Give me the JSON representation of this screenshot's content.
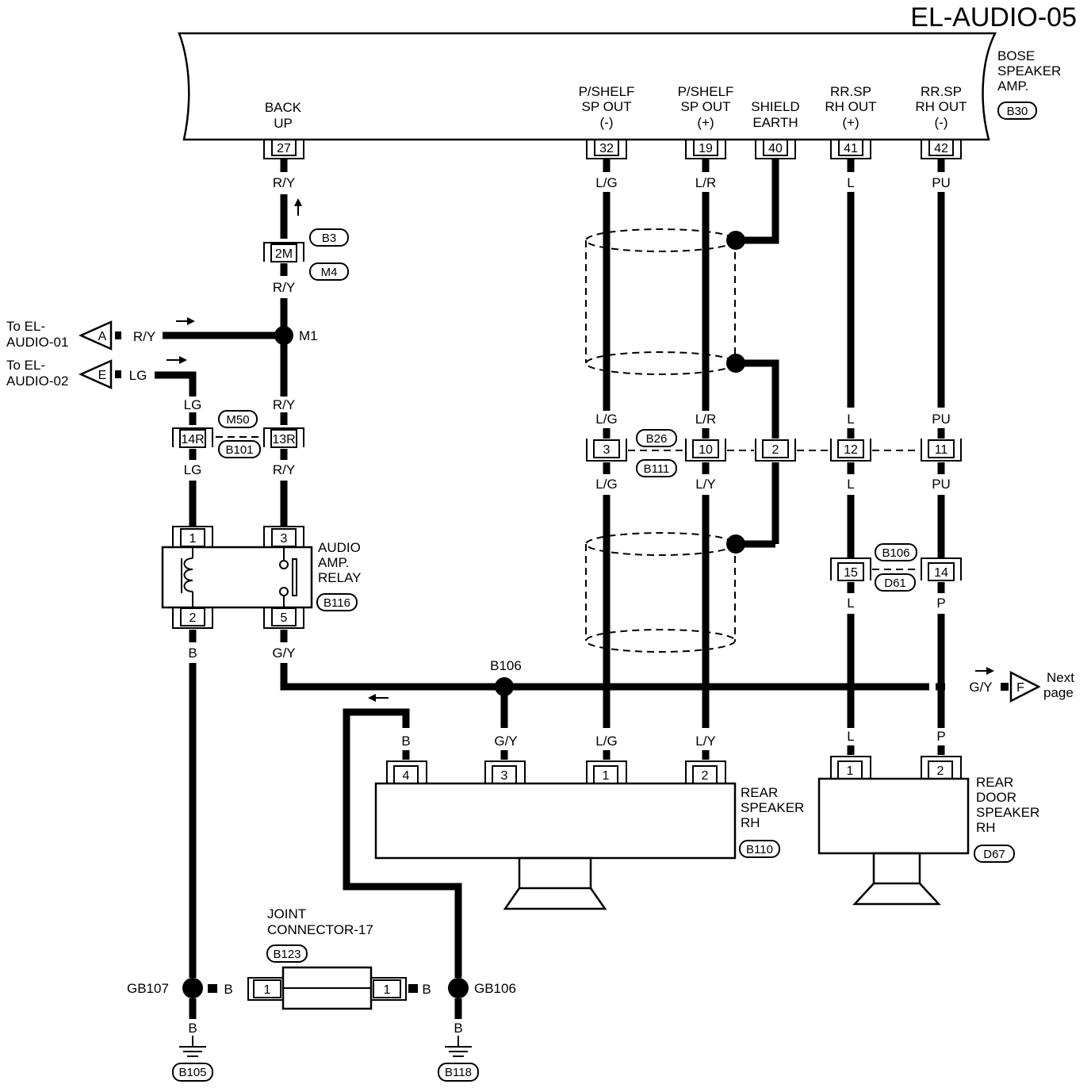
{
  "title": "EL-AUDIO-05",
  "amp": {
    "name": [
      "BOSE",
      "SPEAKER",
      "AMP."
    ],
    "code": "B30",
    "terminals": [
      {
        "lines": [
          "BACK",
          "UP"
        ],
        "pin": "27",
        "wire": "R/Y"
      },
      {
        "lines": [
          "P/SHELF",
          "SP OUT",
          "(-)"
        ],
        "pin": "32",
        "wire": "L/G"
      },
      {
        "lines": [
          "P/SHELF",
          "SP OUT",
          "(+)"
        ],
        "pin": "19",
        "wire": "L/R"
      },
      {
        "lines": [
          "SHIELD",
          "EARTH"
        ],
        "pin": "40",
        "wire": ""
      },
      {
        "lines": [
          "RR.SP",
          "RH OUT",
          "(+)"
        ],
        "pin": "41",
        "wire": "L"
      },
      {
        "lines": [
          "RR.SP",
          "RH OUT",
          "(-)"
        ],
        "pin": "42",
        "wire": "PU"
      }
    ]
  },
  "backup_line": {
    "connector_pin": "2M",
    "codes": [
      "B3",
      "M4"
    ],
    "wire_after": "R/Y",
    "junction": "M1"
  },
  "offpage": [
    {
      "text": [
        "To EL-",
        "AUDIO-01"
      ],
      "letter": "A",
      "wire": "R/Y"
    },
    {
      "text": [
        "To EL-",
        "AUDIO-02"
      ],
      "letter": "E",
      "wire": "LG"
    },
    {
      "text": [
        "Next",
        "page"
      ],
      "letter": "F",
      "wire": "G/Y"
    }
  ],
  "m50_connector": {
    "codes": [
      "M50",
      "B101"
    ],
    "pins": [
      "14R",
      "13R"
    ],
    "wires_above": [
      "LG",
      "R/Y"
    ],
    "wires_below": [
      "LG",
      "R/Y"
    ]
  },
  "relay": {
    "name": [
      "AUDIO",
      "AMP.",
      "RELAY"
    ],
    "code": "B116",
    "pins": [
      "1",
      "3",
      "2",
      "5"
    ],
    "wires_below": [
      "B",
      "G/Y"
    ]
  },
  "b26_connector": {
    "codes": [
      "B26",
      "B111"
    ],
    "pins": [
      "3",
      "10",
      "2",
      "12",
      "11"
    ],
    "wires_above": [
      "L/G",
      "L/R",
      "L",
      "PU"
    ],
    "wires_below": [
      "L/G",
      "L/Y",
      "L",
      "PU"
    ]
  },
  "b106_connector": {
    "codes": [
      "B106",
      "D61"
    ],
    "pins": [
      "15",
      "14"
    ],
    "wires_below": [
      "L",
      "P"
    ]
  },
  "junction_b106": "B106",
  "rear_speaker": {
    "name": [
      "REAR",
      "SPEAKER",
      "RH"
    ],
    "code": "B110",
    "pins": [
      "4",
      "3",
      "1",
      "2"
    ],
    "wires": [
      "B",
      "G/Y",
      "L/G",
      "L/Y"
    ]
  },
  "rear_door_speaker": {
    "name": [
      "REAR",
      "DOOR",
      "SPEAKER",
      "RH"
    ],
    "code": "D67",
    "pins": [
      "1",
      "2"
    ],
    "wires": [
      "L",
      "P"
    ]
  },
  "joint_connector": {
    "name": [
      "JOINT",
      "CONNECTOR-17"
    ],
    "code": "B123",
    "pins": [
      "1",
      "1"
    ],
    "wires": [
      "B",
      "B"
    ]
  },
  "grounds": [
    {
      "junction": "GB107",
      "wire": "B",
      "code": "B105"
    },
    {
      "junction": "GB106",
      "wire": "B",
      "code": "B118"
    }
  ]
}
